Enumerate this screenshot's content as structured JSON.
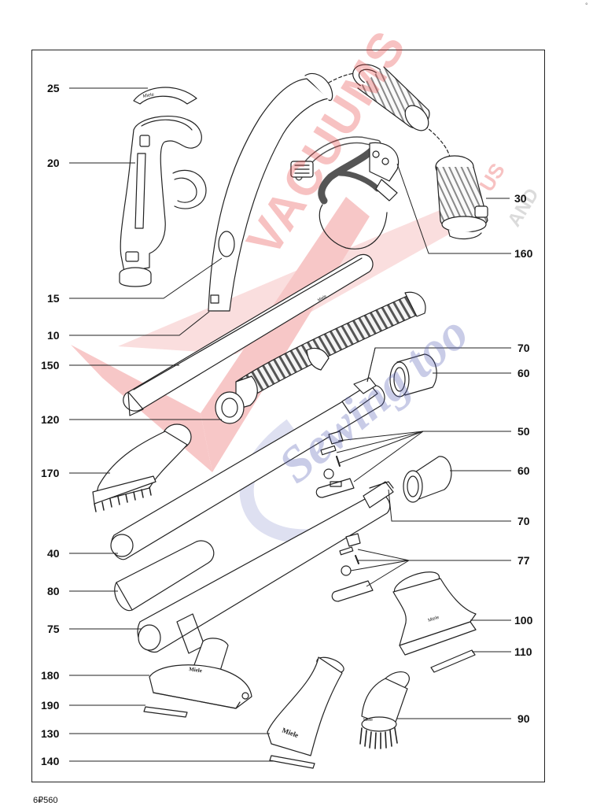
{
  "page": {
    "ref": "6₽560",
    "corner_mark": "°"
  },
  "watermark": {
    "brand": "VACUUMS",
    "suffix": "US",
    "suffix2": "AND",
    "tagline": "Sewing too",
    "colors": {
      "red": "#e63a3a",
      "blue": "#5a63b8"
    }
  },
  "callouts": [
    {
      "id": "25",
      "label": "25"
    },
    {
      "id": "20",
      "label": "20"
    },
    {
      "id": "30",
      "label": "30"
    },
    {
      "id": "160",
      "label": "160"
    },
    {
      "id": "15",
      "label": "15"
    },
    {
      "id": "10",
      "label": "10"
    },
    {
      "id": "150",
      "label": "150"
    },
    {
      "id": "70a",
      "label": "70"
    },
    {
      "id": "60a",
      "label": "60"
    },
    {
      "id": "120",
      "label": "120"
    },
    {
      "id": "50",
      "label": "50"
    },
    {
      "id": "170",
      "label": "170"
    },
    {
      "id": "60b",
      "label": "60"
    },
    {
      "id": "70b",
      "label": "70"
    },
    {
      "id": "40",
      "label": "40"
    },
    {
      "id": "77",
      "label": "77"
    },
    {
      "id": "80",
      "label": "80"
    },
    {
      "id": "100",
      "label": "100"
    },
    {
      "id": "75",
      "label": "75"
    },
    {
      "id": "110",
      "label": "110"
    },
    {
      "id": "180",
      "label": "180"
    },
    {
      "id": "190",
      "label": "190"
    },
    {
      "id": "90",
      "label": "90"
    },
    {
      "id": "130",
      "label": "130"
    },
    {
      "id": "140",
      "label": "140"
    }
  ]
}
